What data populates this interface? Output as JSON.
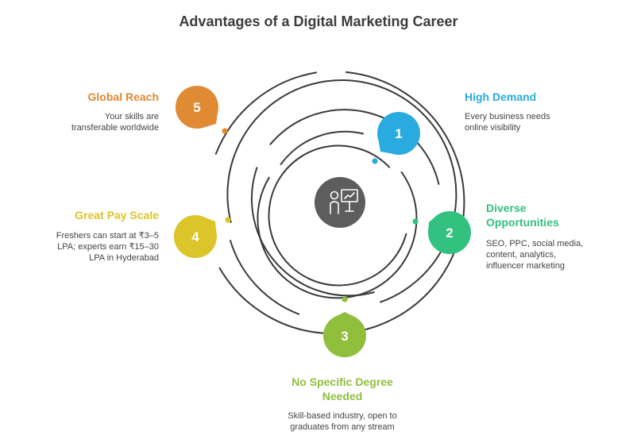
{
  "title": "Advantages of a Digital Marketing Career",
  "items": [
    {
      "number": "1",
      "title": "High Demand",
      "description": "Every business needs\nonline visibility",
      "color": "#29abe0"
    },
    {
      "number": "2",
      "title": "Diverse\nOpportunities",
      "description": "SEO, PPC, social media,\ncontent, analytics,\ninfluencer marketing",
      "color": "#33c180"
    },
    {
      "number": "3",
      "title": "No Specific Degree\nNeeded",
      "description": "Skill-based industry, open to\ngraduates from any stream",
      "color": "#8fbf3c"
    },
    {
      "number": "4",
      "title": "Great Pay Scale",
      "description": "Freshers can start at ₹3–5\nLPA; experts earn ₹15–30\nLPA in Hyderabad",
      "color": "#dcc52a"
    },
    {
      "number": "5",
      "title": "Global Reach",
      "description": "Your skills are\ntransferable worldwide",
      "color": "#e08a33"
    }
  ],
  "center_icon": "presenter-chart-icon",
  "ring_color": "#3a3a3a",
  "center_color": "#5d5d5d"
}
